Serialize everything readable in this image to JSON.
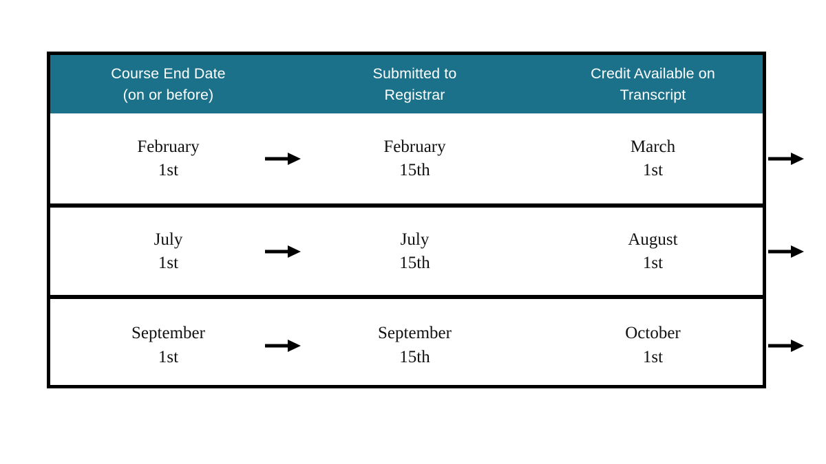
{
  "graphic": {
    "type": "process-flow-table",
    "colors": {
      "header_background": "#1a7189",
      "header_text": "#ffffff",
      "band_background": "#d8d8d8",
      "border": "#000000",
      "body_text": "#111111",
      "page_background": "#ffffff"
    }
  },
  "table": {
    "columns": [
      {
        "id": "course-end-date",
        "line1": "Course End Date",
        "line2": "(on or before)"
      },
      {
        "id": "submitted-to-registrar",
        "line1": "Submitted to",
        "line2": "Registrar"
      },
      {
        "id": "credit-available-on-transcript",
        "line1": "Credit Available on",
        "line2": "Transcript"
      }
    ],
    "rows": [
      {
        "course_end_date": {
          "month": "February",
          "day": "1st"
        },
        "submitted_to_registrar": {
          "month": "February",
          "day": "15th"
        },
        "credit_available": {
          "month": "March",
          "day": "1st"
        }
      },
      {
        "course_end_date": {
          "month": "July",
          "day": "1st"
        },
        "submitted_to_registrar": {
          "month": "July",
          "day": "15th"
        },
        "credit_available": {
          "month": "August",
          "day": "1st"
        }
      },
      {
        "course_end_date": {
          "month": "September",
          "day": "1st"
        },
        "submitted_to_registrar": {
          "month": "September",
          "day": "15th"
        },
        "credit_available": {
          "month": "October",
          "day": "1st"
        }
      }
    ],
    "arrows": {
      "icon": "arrow-right-icon",
      "count_per_row": 2
    }
  }
}
